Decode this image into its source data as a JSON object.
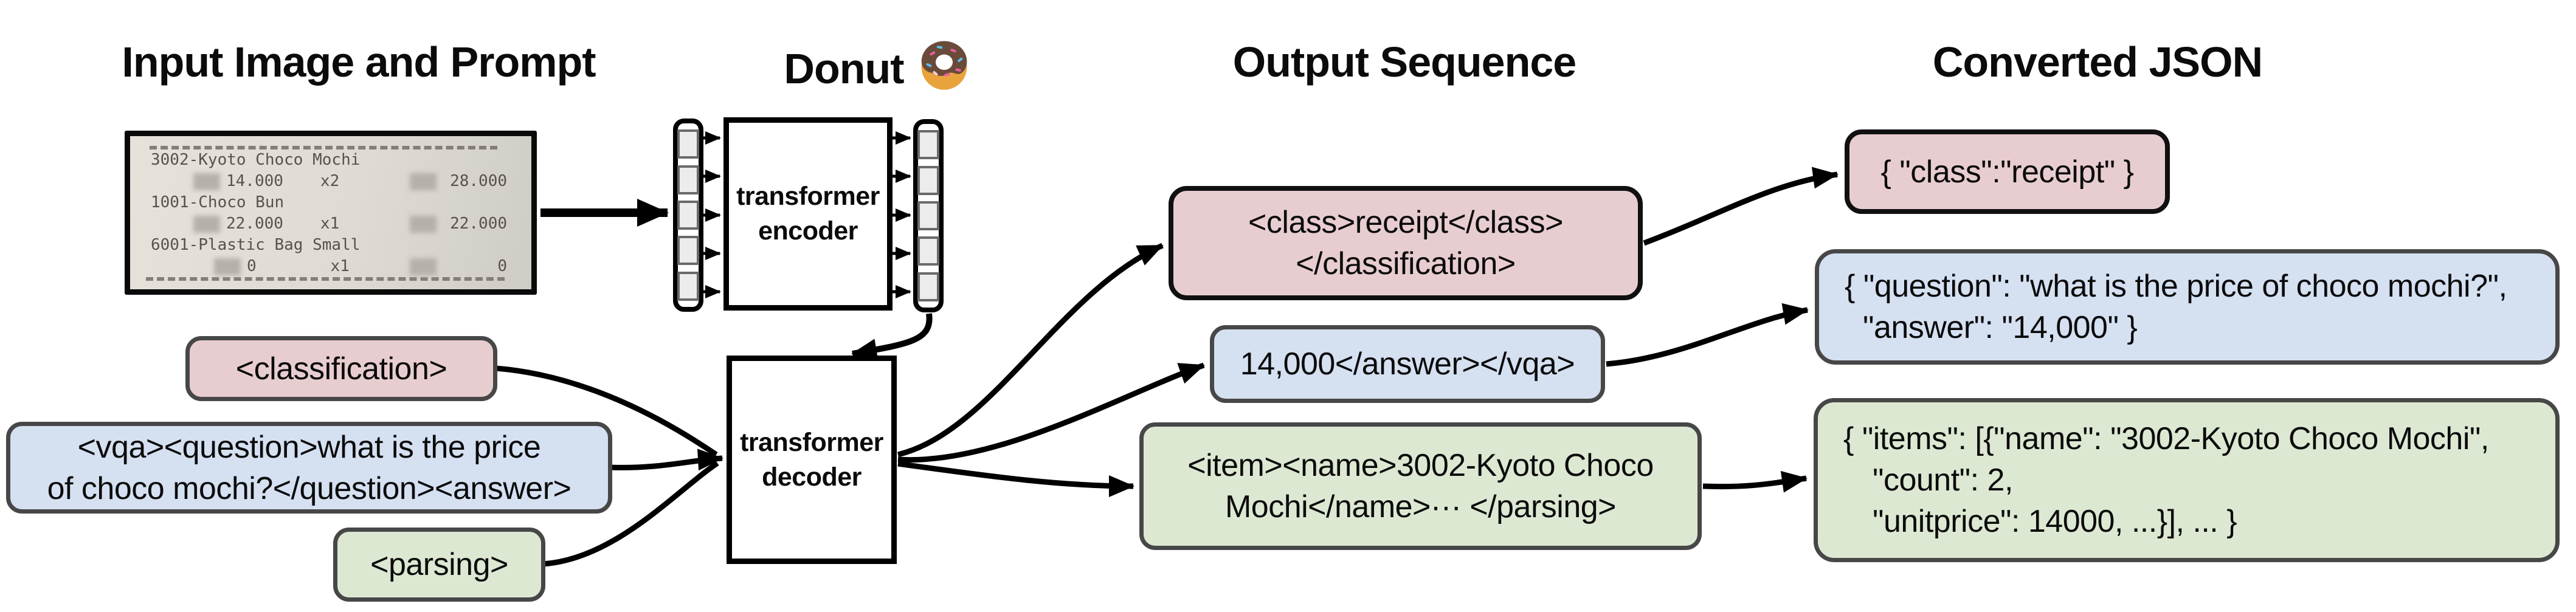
{
  "titles": {
    "input": "Input Image and Prompt",
    "model": "Donut",
    "output": "Output Sequence",
    "converted": "Converted JSON"
  },
  "receipt": {
    "items": [
      {
        "name": "3002-Kyoto Choco Mochi",
        "price": "14.000",
        "qty": "x2",
        "total": "28.000"
      },
      {
        "name": "1001-Choco Bun",
        "price": "22.000",
        "qty": "x1",
        "total": "22.000"
      },
      {
        "name": "6001-Plastic Bag Small",
        "price": "0",
        "qty": "x1",
        "total": "0"
      }
    ]
  },
  "model": {
    "encoder_line1": "transformer",
    "encoder_line2": "encoder",
    "decoder_line1": "transformer",
    "decoder_line2": "decoder"
  },
  "prompts": [
    {
      "id": "classification",
      "lines": [
        "<classification>"
      ]
    },
    {
      "id": "vqa",
      "lines": [
        "<vqa><question>what is the price",
        "of choco mochi?</question><answer>"
      ]
    },
    {
      "id": "parsing",
      "lines": [
        "<parsing>"
      ]
    }
  ],
  "outputs": [
    {
      "id": "classification",
      "lines": [
        "<class>receipt</class>",
        "</classification>"
      ]
    },
    {
      "id": "vqa",
      "lines": [
        "14,000</answer></vqa>"
      ]
    },
    {
      "id": "parsing",
      "lines": [
        "<item><name>3002-Kyoto Choco",
        "Mochi</name>··· </parsing>"
      ]
    }
  ],
  "json_outputs": [
    {
      "id": "classification",
      "lines": [
        "{ \"class\":\"receipt\" }"
      ]
    },
    {
      "id": "vqa",
      "lines": [
        "{ \"question\": \"what is the price of choco mochi?\",",
        "\"answer\": \"14,000\" }"
      ]
    },
    {
      "id": "parsing",
      "lines": [
        "{ \"items\": [{\"name\": \"3002-Kyoto Choco Mochi\",",
        "\"count\": 2,",
        "\"unitprice\": 14000, ...}], ... }"
      ]
    }
  ],
  "colors": {
    "classification_fill": "#e8cdd0",
    "vqa_fill": "#d5e0f1",
    "parsing_fill": "#dde8d3",
    "border_gray": "#474747",
    "border_black": "#101010",
    "arrow": "#000000"
  }
}
